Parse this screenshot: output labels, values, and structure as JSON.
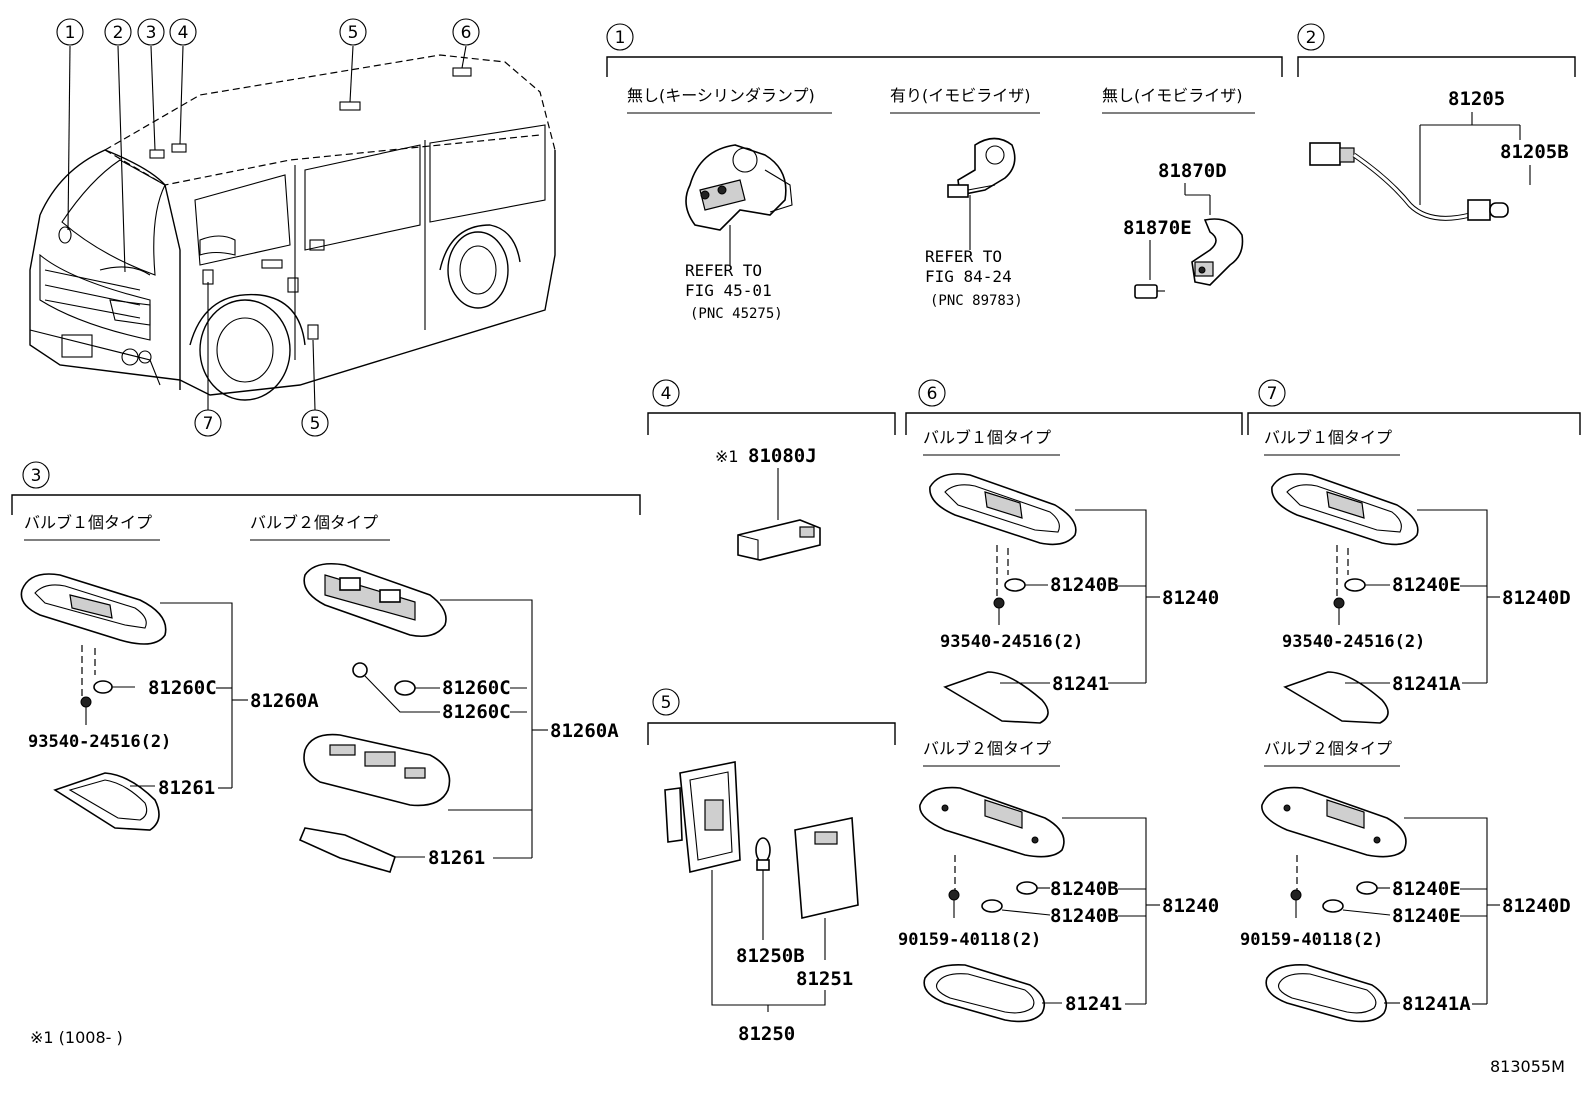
{
  "diagram": {
    "id": "813055M",
    "footnote": "※1 (1008-      )",
    "callouts": [
      "1",
      "2",
      "3",
      "4",
      "5",
      "6",
      "7",
      "5"
    ],
    "section1": {
      "callout": "1",
      "variant_a": {
        "label": "無し(キーシリンダランプ)",
        "ref1": "REFER TO",
        "ref2": "FIG 45-01",
        "ref3": "(PNC 45275)"
      },
      "variant_b": {
        "label": "有り(イモビライザ)",
        "ref1": "REFER TO",
        "ref2": "FIG 84-24",
        "ref3": "(PNC 89783)"
      },
      "variant_c": {
        "label": "無し(イモビライザ)",
        "part_d": "81870D",
        "part_e": "81870E"
      }
    },
    "section2": {
      "callout": "2",
      "part_main": "81205",
      "part_bulb": "81205B"
    },
    "section3": {
      "callout": "3",
      "single": {
        "label": "バルブ１個タイプ",
        "bulb": "81260C",
        "screw": "93540-24516(2)",
        "lens": "81261",
        "assy": "81260A"
      },
      "double": {
        "label": "バルブ２個タイプ",
        "bulb1": "81260C",
        "bulb2": "81260C",
        "lens": "81261",
        "assy": "81260A"
      }
    },
    "section4": {
      "callout": "4",
      "mark": "※1",
      "part": "81080J"
    },
    "section5": {
      "callout": "5",
      "bulb": "81250B",
      "cover": "81251",
      "assy": "81250"
    },
    "section6": {
      "callout": "6",
      "single": {
        "label": "バルブ１個タイプ",
        "bulb": "81240B",
        "screw": "93540-24516(2)",
        "lens": "81241",
        "assy": "81240"
      },
      "double": {
        "label": "バルブ２個タイプ",
        "bulb1": "81240B",
        "bulb2": "81240B",
        "screw": "90159-40118(2)",
        "lens": "81241",
        "assy": "81240"
      }
    },
    "section7": {
      "callout": "7",
      "single": {
        "label": "バルブ１個タイプ",
        "bulb": "81240E",
        "screw": "93540-24516(2)",
        "lens": "81241A",
        "assy": "81240D"
      },
      "double": {
        "label": "バルブ２個タイプ",
        "bulb1": "81240E",
        "bulb2": "81240E",
        "screw": "90159-40118(2)",
        "lens": "81241A",
        "assy": "81240D"
      }
    }
  }
}
